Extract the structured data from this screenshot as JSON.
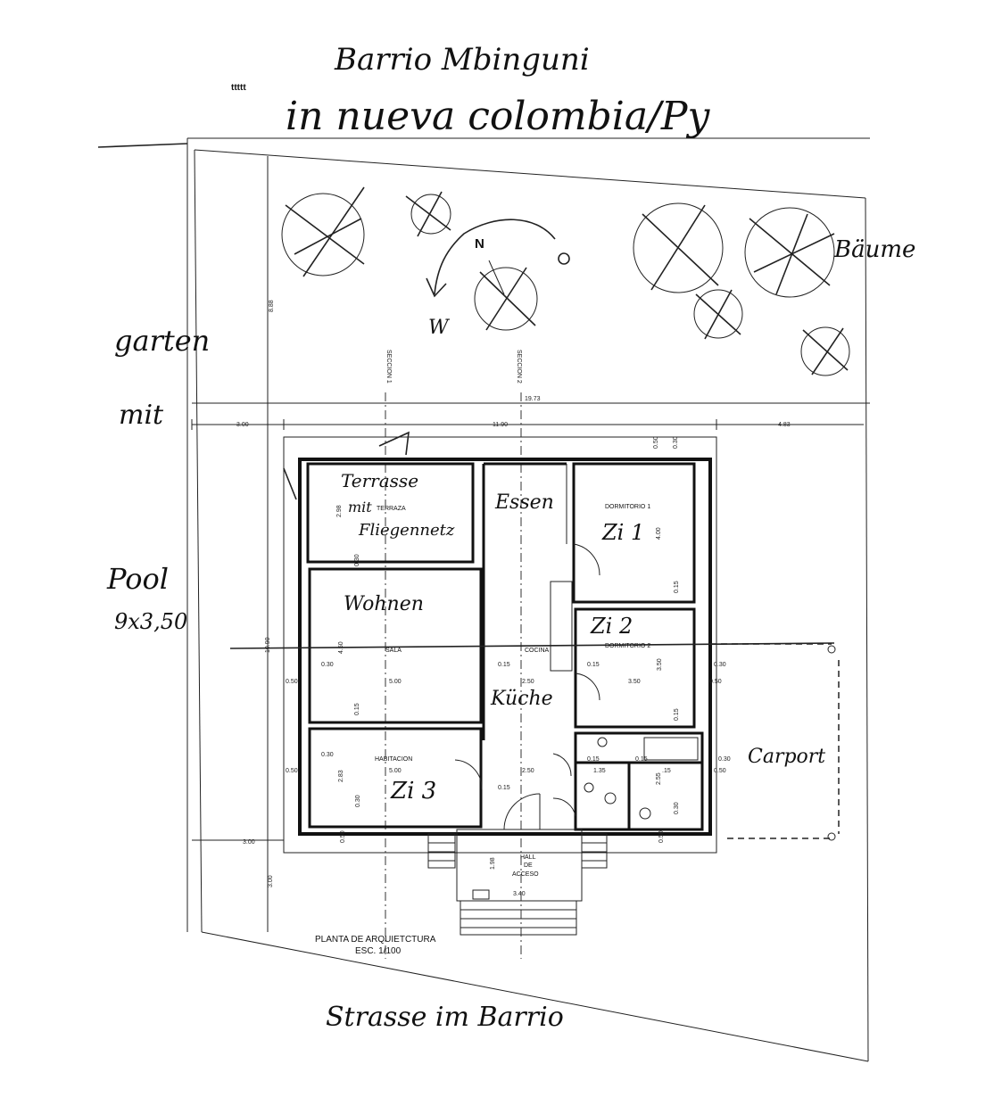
{
  "top_mark": "ttttt",
  "handwritten": {
    "title_line1": "Barrio Mbinguni",
    "title_line2": "in nueva colombia/Py",
    "baume": "Bäume",
    "garten": "garten",
    "mit": "mit",
    "pool": "Pool",
    "pool_size": "9x3,50",
    "terrasse": "Terrasse",
    "terrasse_mit": "mit",
    "fliegennetz": "Fliegennetz",
    "essen": "Essen",
    "zi1": "Zi 1",
    "wohnen": "Wohnen",
    "zi2": "Zi 2",
    "kueche": "Küche",
    "zi3": "Zi 3",
    "carport": "Carport",
    "strasse": "Strasse im Barrio",
    "north": "N",
    "west": "W",
    "east": "O"
  },
  "printed": {
    "terraza": "TERRAZA",
    "dormitorio1": "DORMITORIO 1",
    "dormitorio2": "DORMITORIO 2",
    "sala": "SALA",
    "cocina": "COCINA",
    "habitacion": "HABITACION",
    "hall_line1": "HALL",
    "hall_line2": "DE",
    "hall_line3": "ACCESO",
    "seccion1": "SECCION 1",
    "seccion2": "SECCION 2",
    "plan_title": "PLANTA DE ARQUIETCTURA",
    "plan_scale": "ESC. 1/100"
  },
  "dimensions": {
    "d_3_00_top": "3.00",
    "d_11_90": "11.90",
    "d_4_83": "4.83",
    "d_19_73": "19.73",
    "d_8_88": "8.88",
    "d_10_90": "10.90",
    "d_3_00_left": "3.00",
    "d_3_00_mid": "3.00",
    "d_2_98": "2.98",
    "d_0_50_top": "0.50",
    "d_0_30_top": "0.30",
    "d_4_00": "4.00",
    "d_0_15_a": "0.15",
    "d_0_30_b": "0.30",
    "d_4_50": "4.50",
    "d_0_30_sala": "0.30",
    "d_0_50_sala": "0.50",
    "d_5_00_sala": "5.00",
    "d_0_15_sala": "0.15",
    "d_0_15_cocina": "0.15",
    "d_2_50_cocina": "2.50",
    "d_0_15_dorm2": "0.15",
    "d_3_50_dorm2": "3.50",
    "d_3_50_dorm2v": "3.50",
    "d_0_30_right": "0.30",
    "d_0_50_right": "0.50",
    "d_0_15_right": "0.15",
    "d_0_30_hab": "0.30",
    "d_0_50_hab": "0.50",
    "d_5_00_hab": "5.00",
    "d_2_83": "2.83",
    "d_0_30_hab2": "0.30",
    "d_0_15_hab": "0.15",
    "d_2_50_hall": "2.50",
    "d_0_15_bano": "0.15",
    "d_1_35": "1.35",
    "d_0_15_bano2": "0.15",
    "d_2_55": "2.55",
    "d_15": ".15",
    "d_0_30_bano": "0.30",
    "d_0_50_bano": "0.50",
    "d_0_30_bano2": "0.30",
    "d_0_50_bot": "0.50",
    "d_0_50_bot2": "0.50",
    "d_1_98": "1.98",
    "d_3_40": "3.40",
    "d_3_00_bot": "3.00"
  }
}
